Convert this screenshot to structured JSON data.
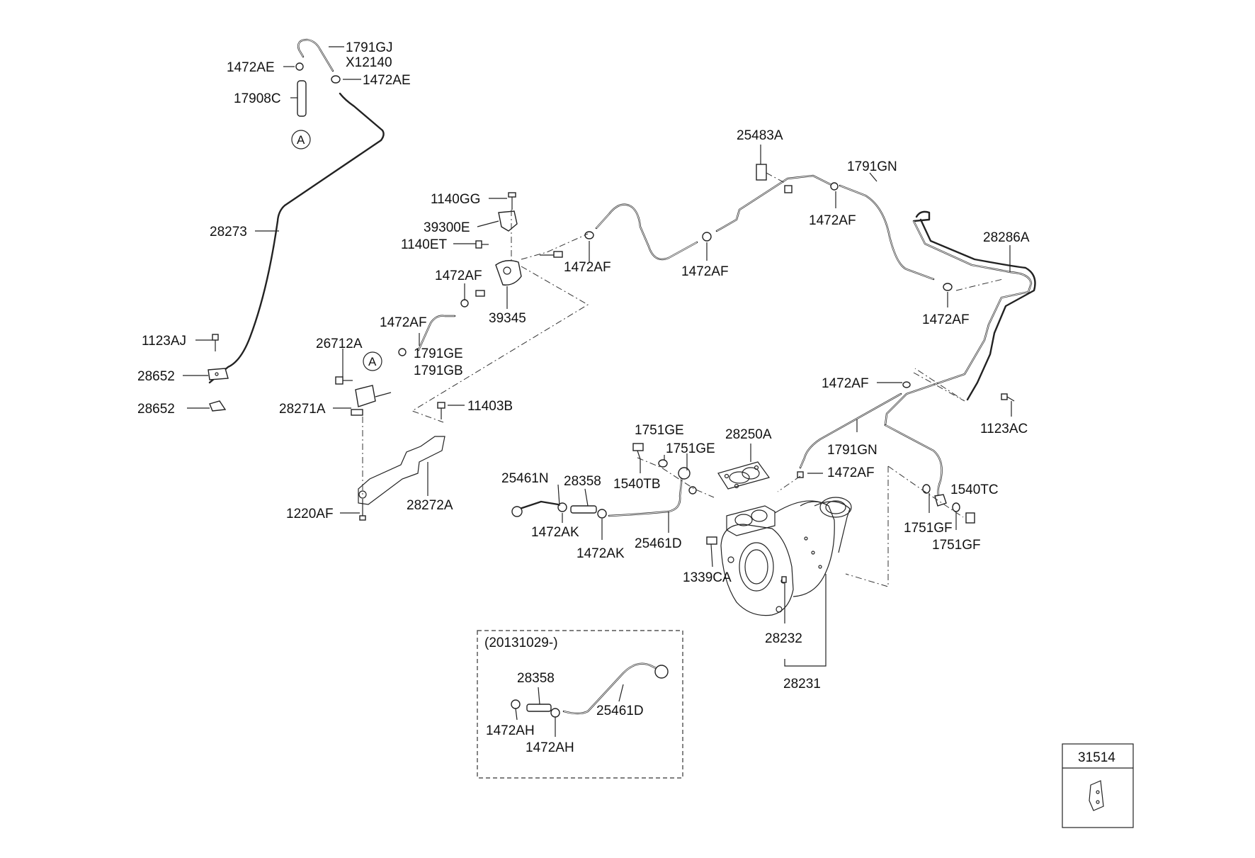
{
  "labels": {
    "l_1791GJ": "1791GJ",
    "l_X12140": "X12140",
    "l_1472AE_a": "1472AE",
    "l_1472AE_b": "1472AE",
    "l_17908C": "17908C",
    "l_28273": "28273",
    "l_1123AJ": "1123AJ",
    "l_28652_a": "28652",
    "l_28652_b": "28652",
    "l_1140GG": "1140GG",
    "l_39300E": "39300E",
    "l_1140ET": "1140ET",
    "l_1472AF_1": "1472AF",
    "l_39345": "39345",
    "l_1472AF_2": "1472AF",
    "l_26712A": "26712A",
    "l_1791GE_a": "1791GE",
    "l_1791GB": "1791GB",
    "l_28271A": "28271A",
    "l_11403B": "11403B",
    "l_28272A": "28272A",
    "l_1220AF": "1220AF",
    "l_1472AF_3": "1472AF",
    "l_1472AF_4": "1472AF",
    "l_25483A": "25483A",
    "l_1791GN_a": "1791GN",
    "l_1472AF_5": "1472AF",
    "l_28286A": "28286A",
    "l_1472AF_6": "1472AF",
    "l_1472AF_7": "1472AF",
    "l_1123AC": "1123AC",
    "l_1791GN_b": "1791GN",
    "l_1472AF_8": "1472AF",
    "l_1751GE_a": "1751GE",
    "l_1751GE_b": "1751GE",
    "l_28250A": "28250A",
    "l_1540TB": "1540TB",
    "l_25461N": "25461N",
    "l_28358_a": "28358",
    "l_1472AK_a": "1472AK",
    "l_1472AK_b": "1472AK",
    "l_25461D_a": "25461D",
    "l_1339CA": "1339CA",
    "l_1540TC": "1540TC",
    "l_1751GF_a": "1751GF",
    "l_1751GF_b": "1751GF",
    "l_28232": "28232",
    "l_28231": "28231",
    "l_date": "(20131029-)",
    "l_28358_b": "28358",
    "l_25461D_b": "25461D",
    "l_1472AH_a": "1472AH",
    "l_1472AH_b": "1472AH",
    "l_31514": "31514",
    "l_ref_a1": "A",
    "l_ref_a2": "A"
  }
}
